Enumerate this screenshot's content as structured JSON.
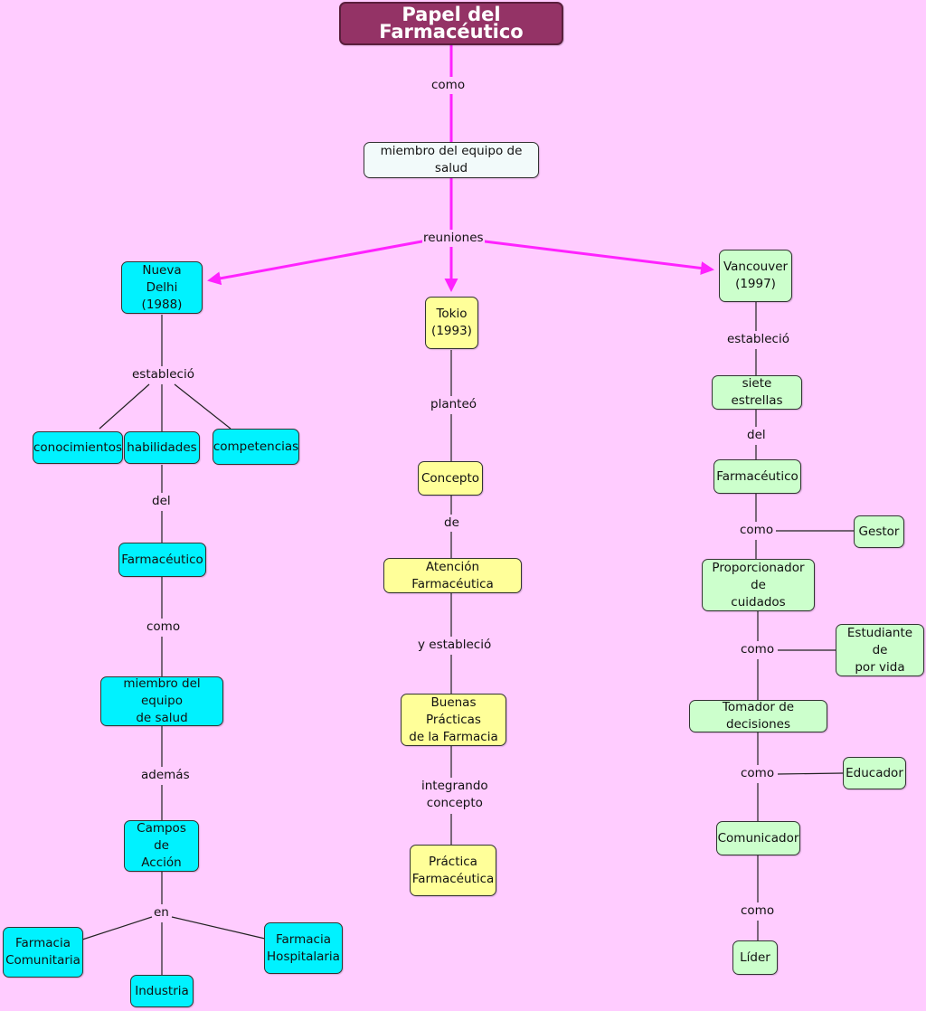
{
  "title": "Papel del Farmacéutico",
  "root_link": "como",
  "team": "miembro del equipo de salud",
  "meetings_link": "reuniones",
  "colors": {
    "background": "#ffccff",
    "title": "#943366",
    "arrow": "#ff22ff",
    "cyan": "#00f2ff",
    "yellow": "#ffff99",
    "green": "#ccffcc"
  },
  "left": {
    "meeting": "Nueva Delhi\n(1988)",
    "link1": "estableció",
    "items": [
      "conocimientos",
      "habilidades",
      "competencias"
    ],
    "link2": "del",
    "pharmacist": "Farmacéutico",
    "link3": "como",
    "member": "miembro del equipo\nde salud",
    "link4": "además",
    "fields": "Campos de\nAcción",
    "link5": "en",
    "field_items": [
      "Farmacia\nComunitaria",
      "Industria",
      "Farmacia\nHospitalaria"
    ]
  },
  "center": {
    "meeting": "Tokio\n(1993)",
    "link1": "planteó",
    "concept": "Concepto",
    "link2": "de",
    "care": "Atención Farmacéutica",
    "link3": "y estableció",
    "practices": "Buenas Prácticas\nde la Farmacia",
    "link4": "integrando\nconcepto",
    "practice": "Práctica\nFarmacéutica"
  },
  "right": {
    "meeting": "Vancouver\n(1997)",
    "link1": "estableció",
    "stars": "siete estrellas",
    "link2": "del",
    "pharmacist": "Farmacéutico",
    "roles": [
      "Proporcionador de\ncuidados",
      "Tomador de decisiones",
      "Comunicador",
      "Líder"
    ],
    "side_roles": [
      "Gestor",
      "Estudiante de\npor vida",
      "Educador"
    ],
    "role_link": "como"
  }
}
